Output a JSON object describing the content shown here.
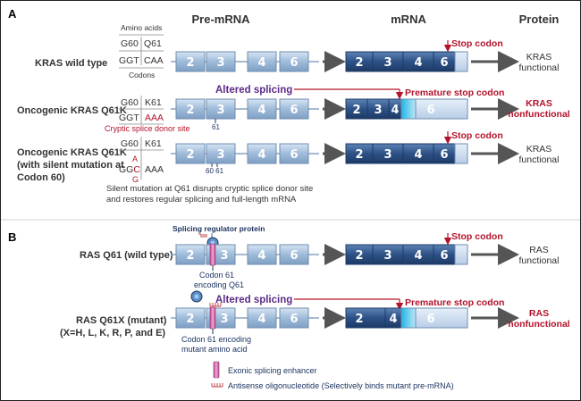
{
  "sections": {
    "a": "A",
    "b": "B"
  },
  "headers": {
    "premrna": "Pre-mRNA",
    "mrna": "mRNA",
    "protein": "Protein"
  },
  "row1": {
    "label": "KRAS wild type",
    "amino_acids_label": "Amino acids",
    "codons_label": "Codons",
    "aa1": "G60",
    "aa2": "Q61",
    "codon1": "GGT",
    "codon2": "CAA",
    "exons": [
      "2",
      "3",
      "4",
      "6"
    ],
    "mrna_exons": [
      "2",
      "3",
      "4",
      "6"
    ],
    "stop": "Stop codon",
    "protein_line1": "KRAS",
    "protein_line2": "functional"
  },
  "row2": {
    "label": "Oncogenic KRAS Q61K",
    "aa1": "G60",
    "aa2": "K61",
    "codon1": "GGT",
    "codon2": "AAA",
    "cryptic": "Cryptic splice donor site",
    "altered": "Altered splicing",
    "premature": "Premature stop codon",
    "marker61": "61",
    "exons": [
      "2",
      "3",
      "4",
      "6"
    ],
    "mrna_exons": [
      "2",
      "3",
      "4",
      "6"
    ],
    "protein_line1": "KRAS",
    "protein_line2": "nonfunctional"
  },
  "row3": {
    "label_line1": "Oncogenic KRAS Q61K",
    "label_line2": "(with silent mutation at",
    "label_line3": "Codon 60)",
    "aa1": "G60",
    "aa2": "K61",
    "codon1_pre": "GG",
    "codon1_c": "C",
    "codon2": "AAA",
    "change_from": "A",
    "change_to": "G",
    "marker": "60 61",
    "note_line1": "Silent mutation at Q61 disrupts cryptic splice donor site",
    "note_line2": "and restores regular splicing and full-length mRNA",
    "exons": [
      "2",
      "3",
      "4",
      "6"
    ],
    "mrna_exons": [
      "2",
      "3",
      "4",
      "6"
    ],
    "stop": "Stop codon",
    "protein_line1": "KRAS",
    "protein_line2": "functional"
  },
  "row4": {
    "label": "RAS Q61 (wild type)",
    "regulator": "Splicing regulator protein",
    "codon_note_line1": "Codon 61",
    "codon_note_line2": "encoding Q61",
    "exons": [
      "2",
      "3",
      "4",
      "6"
    ],
    "mrna_exons": [
      "2",
      "3",
      "4",
      "6"
    ],
    "stop": "Stop codon",
    "protein_line1": "RAS",
    "protein_line2": "functional"
  },
  "row5": {
    "label_line1": "RAS Q61X (mutant)",
    "label_line2": "(X=H, L, K, R, P, and E)",
    "altered": "Altered splicing",
    "premature": "Premature stop codon",
    "codon_note_line1": "Codon 61 encoding",
    "codon_note_line2": "mutant amino acid",
    "exons": [
      "2",
      "3",
      "4",
      "6"
    ],
    "mrna_exons": [
      "2",
      "4",
      "6"
    ],
    "protein_line1": "RAS",
    "protein_line2": "nonfunctional"
  },
  "legend": {
    "ese": "Exonic splicing enhancer",
    "aso": "Antisense oligonucleotide (Selectively binds mutant pre-mRNA)"
  },
  "colors": {
    "red": "#b3132b",
    "purple": "#5b2a86",
    "exon": "#a8c3e0",
    "mrna": "#2b4f80",
    "ese": "#d66fb0"
  }
}
